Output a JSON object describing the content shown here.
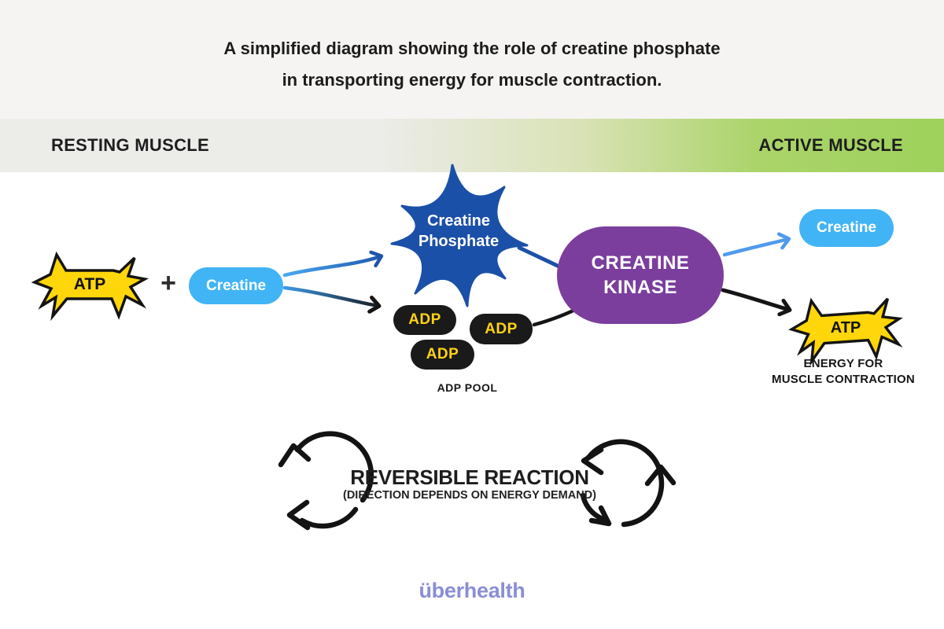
{
  "title": {
    "line1": "A simplified diagram showing the role of creatine phosphate",
    "line2": "in transporting energy for muscle contraction."
  },
  "banner": {
    "left": "RESTING MUSCLE",
    "right": "ACTIVE MUSCLE"
  },
  "molecules": {
    "atp_left": "ATP",
    "plus": "+",
    "creatine_left": "Creatine",
    "creatine_phosphate_line1": "Creatine",
    "creatine_phosphate_line2": "Phosphate",
    "adp_pills": [
      "ADP",
      "ADP",
      "ADP"
    ],
    "adp_pool_label": "ADP POOL",
    "kinase_line1": "CREATINE",
    "kinase_line2": "KINASE",
    "creatine_right": "Creatine",
    "atp_right": "ATP",
    "energy_line1": "ENERGY FOR",
    "energy_line2": "MUSCLE CONTRACTION"
  },
  "reversible": {
    "title": "REVERSIBLE REACTION",
    "subtitle": "(DIRECTION DEPENDS ON ENERGY DEMAND)"
  },
  "footer": {
    "brand": "überhealth"
  },
  "colors": {
    "accent_green": "#9ed15c",
    "star_blue": "#1b50a8",
    "pill_blue": "#41b4f6",
    "kinase_purple": "#7b3e9d",
    "atp_yellow": "#ffd60a",
    "adp_text_yellow": "#ffd214",
    "brand_lavender": "#8a8ed4"
  }
}
